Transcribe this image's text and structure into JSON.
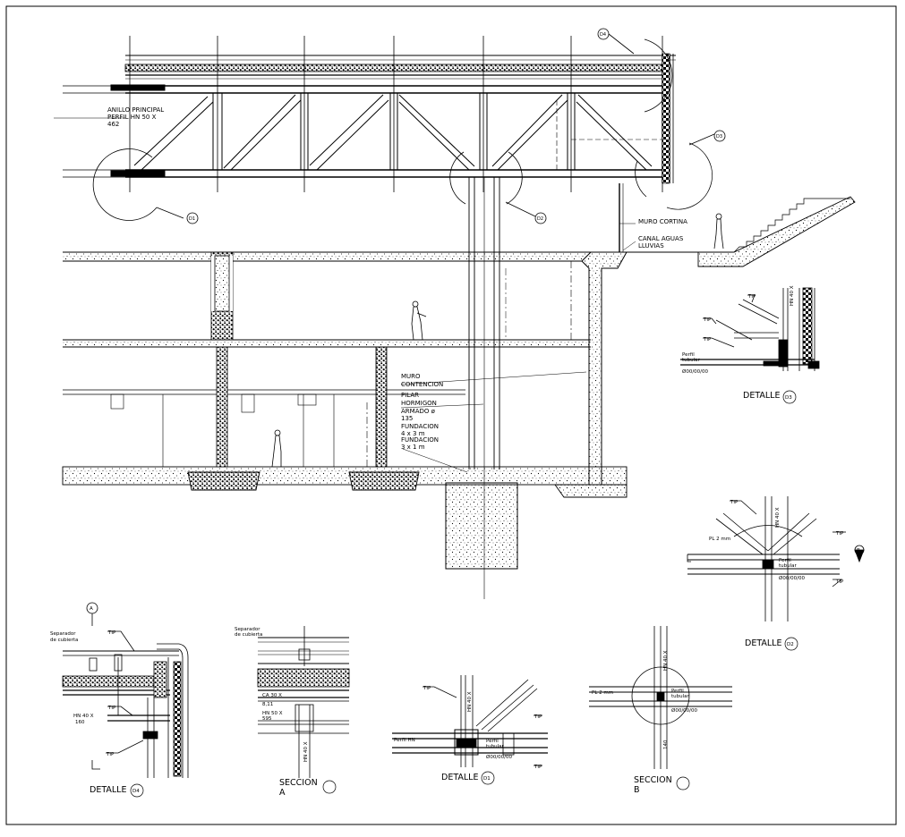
{
  "main_section": {
    "labels": {
      "anillo_line1": "ANILLO PRINCIPAL",
      "anillo_line2": "PERFIL HN 50 X",
      "anillo_line3": "462",
      "muro_cortina": "MURO CORTINA",
      "canal_line1": "CANAL AGUAS",
      "canal_line2": "LLUVIAS",
      "muro_contencion_line1": "MURO",
      "muro_contencion_line2": "CONTENCION",
      "pilar_line1": "PILAR",
      "pilar_line2": "HORMIGON",
      "pilar_line3": "ARMADO ø",
      "pilar_line4": "135",
      "fund1_line1": "FUNDACION",
      "fund1_line2": "4 x 3 m",
      "fund2_line1": "FUNDACION",
      "fund2_line2": "3 x 1 m"
    },
    "callouts": [
      "D4",
      "D3",
      "D1",
      "D2"
    ]
  },
  "details": {
    "d3": {
      "title": "DETALLE",
      "num": "D3",
      "perfil": "Perfil",
      "tubular": "tubular",
      "code": "Ø00/00/00",
      "tip": "TIP",
      "hn": "HN 40 X"
    },
    "d2": {
      "title": "DETALLE",
      "num": "D2",
      "perfil": "Perfil",
      "tubular": "tubular",
      "code": "Ø00/00/00",
      "tip": "TIP",
      "hn": "HN 40 X",
      "pl": "PL 2 mm",
      "sec": "B"
    },
    "d4": {
      "title": "DETALLE",
      "num": "D4",
      "sep1": "Separador",
      "sep2": "de cubierta",
      "hn1": "HN 40 X",
      "hn2": "160",
      "tip": "TIP",
      "mark": "A"
    },
    "sa": {
      "title": "SECCION",
      "letter": "A",
      "sep1": "Separador",
      "sep2": "de cubierta",
      "ca": "CA 30 X",
      "ca2": "8,11",
      "hn1": "HN 50 X",
      "hn2": "595",
      "hn3": "HN 40 X"
    },
    "d1": {
      "title": "DETALLE",
      "num": "D1",
      "perfil": "Perfil HN",
      "tubular": "tubular",
      "code": "Ø00/00/00",
      "tip": "TIP",
      "hn": "HN 40 X",
      "perfil2": "Perfil"
    },
    "sb": {
      "title": "SECCION",
      "letter": "B",
      "pl": "PL 2 mm",
      "perfil": "Perfil",
      "tubular": "tubular",
      "code": "Ø00/00/00",
      "hn": "HN 40 X",
      "hn2": "140"
    }
  }
}
